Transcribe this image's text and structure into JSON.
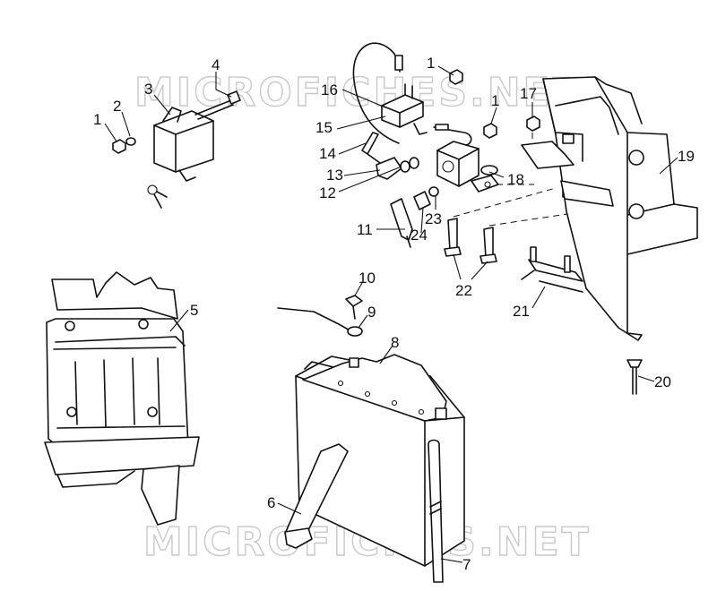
{
  "watermark": "MICROFICHES.NET",
  "callouts": [
    {
      "id": "c1a",
      "text": "1"
    },
    {
      "id": "c2",
      "text": "2"
    },
    {
      "id": "c3",
      "text": "3"
    },
    {
      "id": "c4",
      "text": "4"
    },
    {
      "id": "c1b",
      "text": "1"
    },
    {
      "id": "c16",
      "text": "16"
    },
    {
      "id": "c15",
      "text": "15"
    },
    {
      "id": "c14",
      "text": "14"
    },
    {
      "id": "c13",
      "text": "13"
    },
    {
      "id": "c12",
      "text": "12"
    },
    {
      "id": "c1c",
      "text": "1"
    },
    {
      "id": "c18",
      "text": "18"
    },
    {
      "id": "c17",
      "text": "17"
    },
    {
      "id": "c19",
      "text": "19"
    },
    {
      "id": "c23",
      "text": "23"
    },
    {
      "id": "c11",
      "text": "11"
    },
    {
      "id": "c24",
      "text": "24"
    },
    {
      "id": "c22",
      "text": "22"
    },
    {
      "id": "c21",
      "text": "21"
    },
    {
      "id": "c5",
      "text": "5"
    },
    {
      "id": "c10",
      "text": "10"
    },
    {
      "id": "c9",
      "text": "9"
    },
    {
      "id": "c8",
      "text": "8"
    },
    {
      "id": "c20",
      "text": "20"
    },
    {
      "id": "c6",
      "text": "6"
    },
    {
      "id": "c7",
      "text": "7"
    }
  ]
}
